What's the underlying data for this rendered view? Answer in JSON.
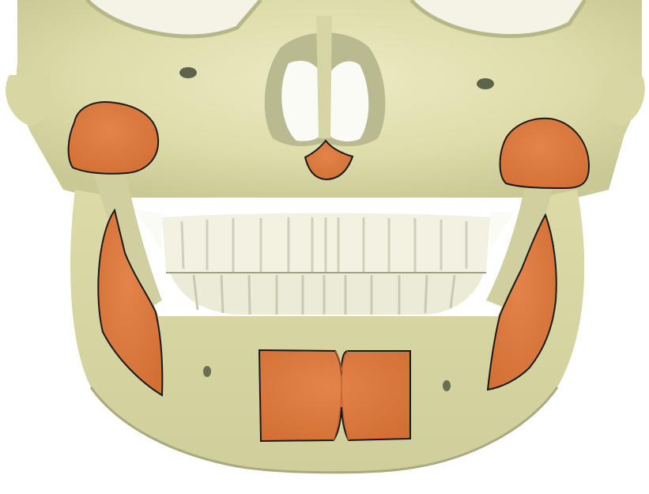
{
  "image": {
    "subject": "skull-front-view",
    "colors": {
      "background": "#ffffff",
      "bone": "#dedcaa",
      "bone_light": "#ecebc4",
      "bone_shadow": "#b7b88a",
      "bone_dark": "#8f9470",
      "teeth": "#f3f2e2",
      "teeth_shadow": "#cfcfbb",
      "highlight": "#d9773a",
      "highlight_outline": "#1a1a1a"
    },
    "highlighted_regions": [
      "right-condyle",
      "left-condyle",
      "nasal-spine",
      "right-ramus",
      "left-ramus",
      "chin"
    ]
  }
}
